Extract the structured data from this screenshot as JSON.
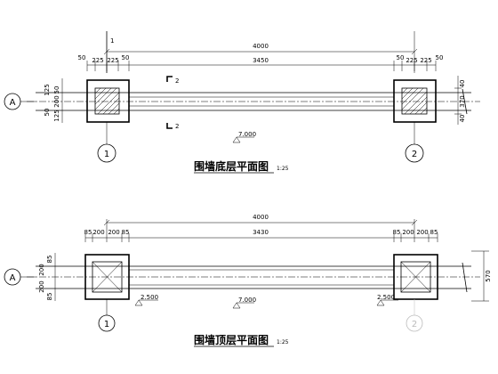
{
  "plans": [
    {
      "title": "围墙底层平面图",
      "scale": "1:25",
      "overall_dim": "4000",
      "inner_dim": "3450",
      "left_col_dims": [
        "50",
        "225",
        "225",
        "50"
      ],
      "right_col_dims": [
        "50",
        "225",
        "225",
        "50"
      ],
      "left_vert_dims": [
        "50",
        "125",
        "200",
        "50",
        "125"
      ],
      "right_vert_dims": [
        "40",
        "370",
        "40"
      ],
      "section_top_left": "1",
      "section_top_mark": "2",
      "section_bottom_mark": "2",
      "level": "7.000",
      "axis_a": "A",
      "axis_1": "1",
      "axis_2": "2"
    },
    {
      "title": "围墙顶层平面图",
      "scale": "1:25",
      "overall_dim": "4000",
      "inner_dim": "3430",
      "left_col_dims": [
        "85",
        "200",
        "200",
        "85"
      ],
      "right_col_dims": [
        "85",
        "200",
        "200",
        "85"
      ],
      "left_vert_dims": [
        "85",
        "200",
        "200",
        "85"
      ],
      "right_vert_dims": [
        "570"
      ],
      "level_left": "2.500",
      "level_mid": "7.000",
      "level_right": "2.500",
      "axis_a": "A",
      "axis_1": "1",
      "axis_2": "2"
    }
  ]
}
